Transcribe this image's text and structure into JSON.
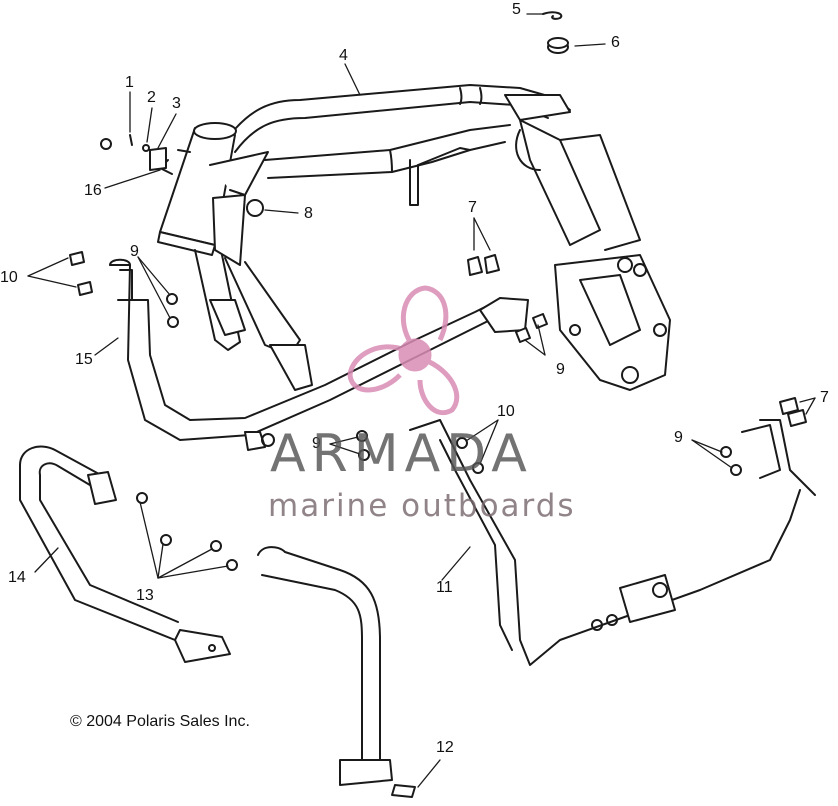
{
  "callouts": [
    "1",
    "2",
    "3",
    "4",
    "5",
    "6",
    "7",
    "8",
    "9",
    "10",
    "11",
    "12",
    "13",
    "14",
    "15",
    "16"
  ],
  "copyright": "© 2004 Polaris Sales Inc.",
  "watermark": {
    "title": "ARMADA",
    "subtitle": "marine outboards",
    "accent_color": "#d98cb5"
  },
  "colors": {
    "line": "#1a1a1a",
    "fill": "#ffffff"
  }
}
